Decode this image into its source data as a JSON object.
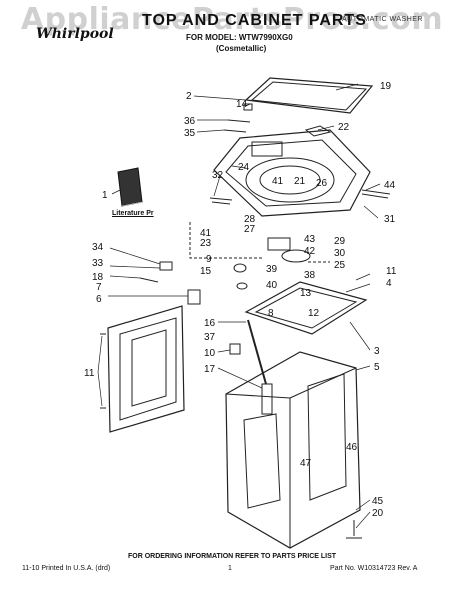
{
  "watermark": "AppliancePartsPros.com",
  "header": {
    "logo_text": "Whirlpool",
    "title": "TOP AND CABINET PARTS",
    "model_line": "FOR MODEL: WTW7990XG0",
    "variant": "(Cosmetallic)",
    "product_type": "AUTOMATIC WASHER"
  },
  "literature_label": "Literature Pr",
  "footer": {
    "ordering_note": "FOR ORDERING INFORMATION REFER TO PARTS PRICE LIST",
    "printed": "11-10 Printed In U.S.A. (drd)",
    "page": "1",
    "part_number": "Part No. W10314723 Rev. A"
  },
  "callouts": {
    "c1": "1",
    "c2": "2",
    "c3": "3",
    "c4": "4",
    "c5": "5",
    "c6": "6",
    "c7": "7",
    "c8": "8",
    "c9": "9",
    "c10": "10",
    "c11a": "11",
    "c11b": "11",
    "c12": "12",
    "c13": "13",
    "c14": "14",
    "c15": "15",
    "c16": "16",
    "c17": "17",
    "c18": "18",
    "c19": "19",
    "c20": "20",
    "c21": "21",
    "c22": "22",
    "c23": "23",
    "c24": "24",
    "c25": "25",
    "c26": "26",
    "c27": "27",
    "c28": "28",
    "c29": "29",
    "c30": "30",
    "c31": "31",
    "c32": "32",
    "c33": "33",
    "c34": "34",
    "c35": "35",
    "c36": "36",
    "c37": "37",
    "c38": "38",
    "c39": "39",
    "c40": "40",
    "c41a": "41",
    "c41b": "41",
    "c42": "42",
    "c43": "43",
    "c44": "44",
    "c45": "45",
    "c46": "46",
    "c47": "47"
  }
}
